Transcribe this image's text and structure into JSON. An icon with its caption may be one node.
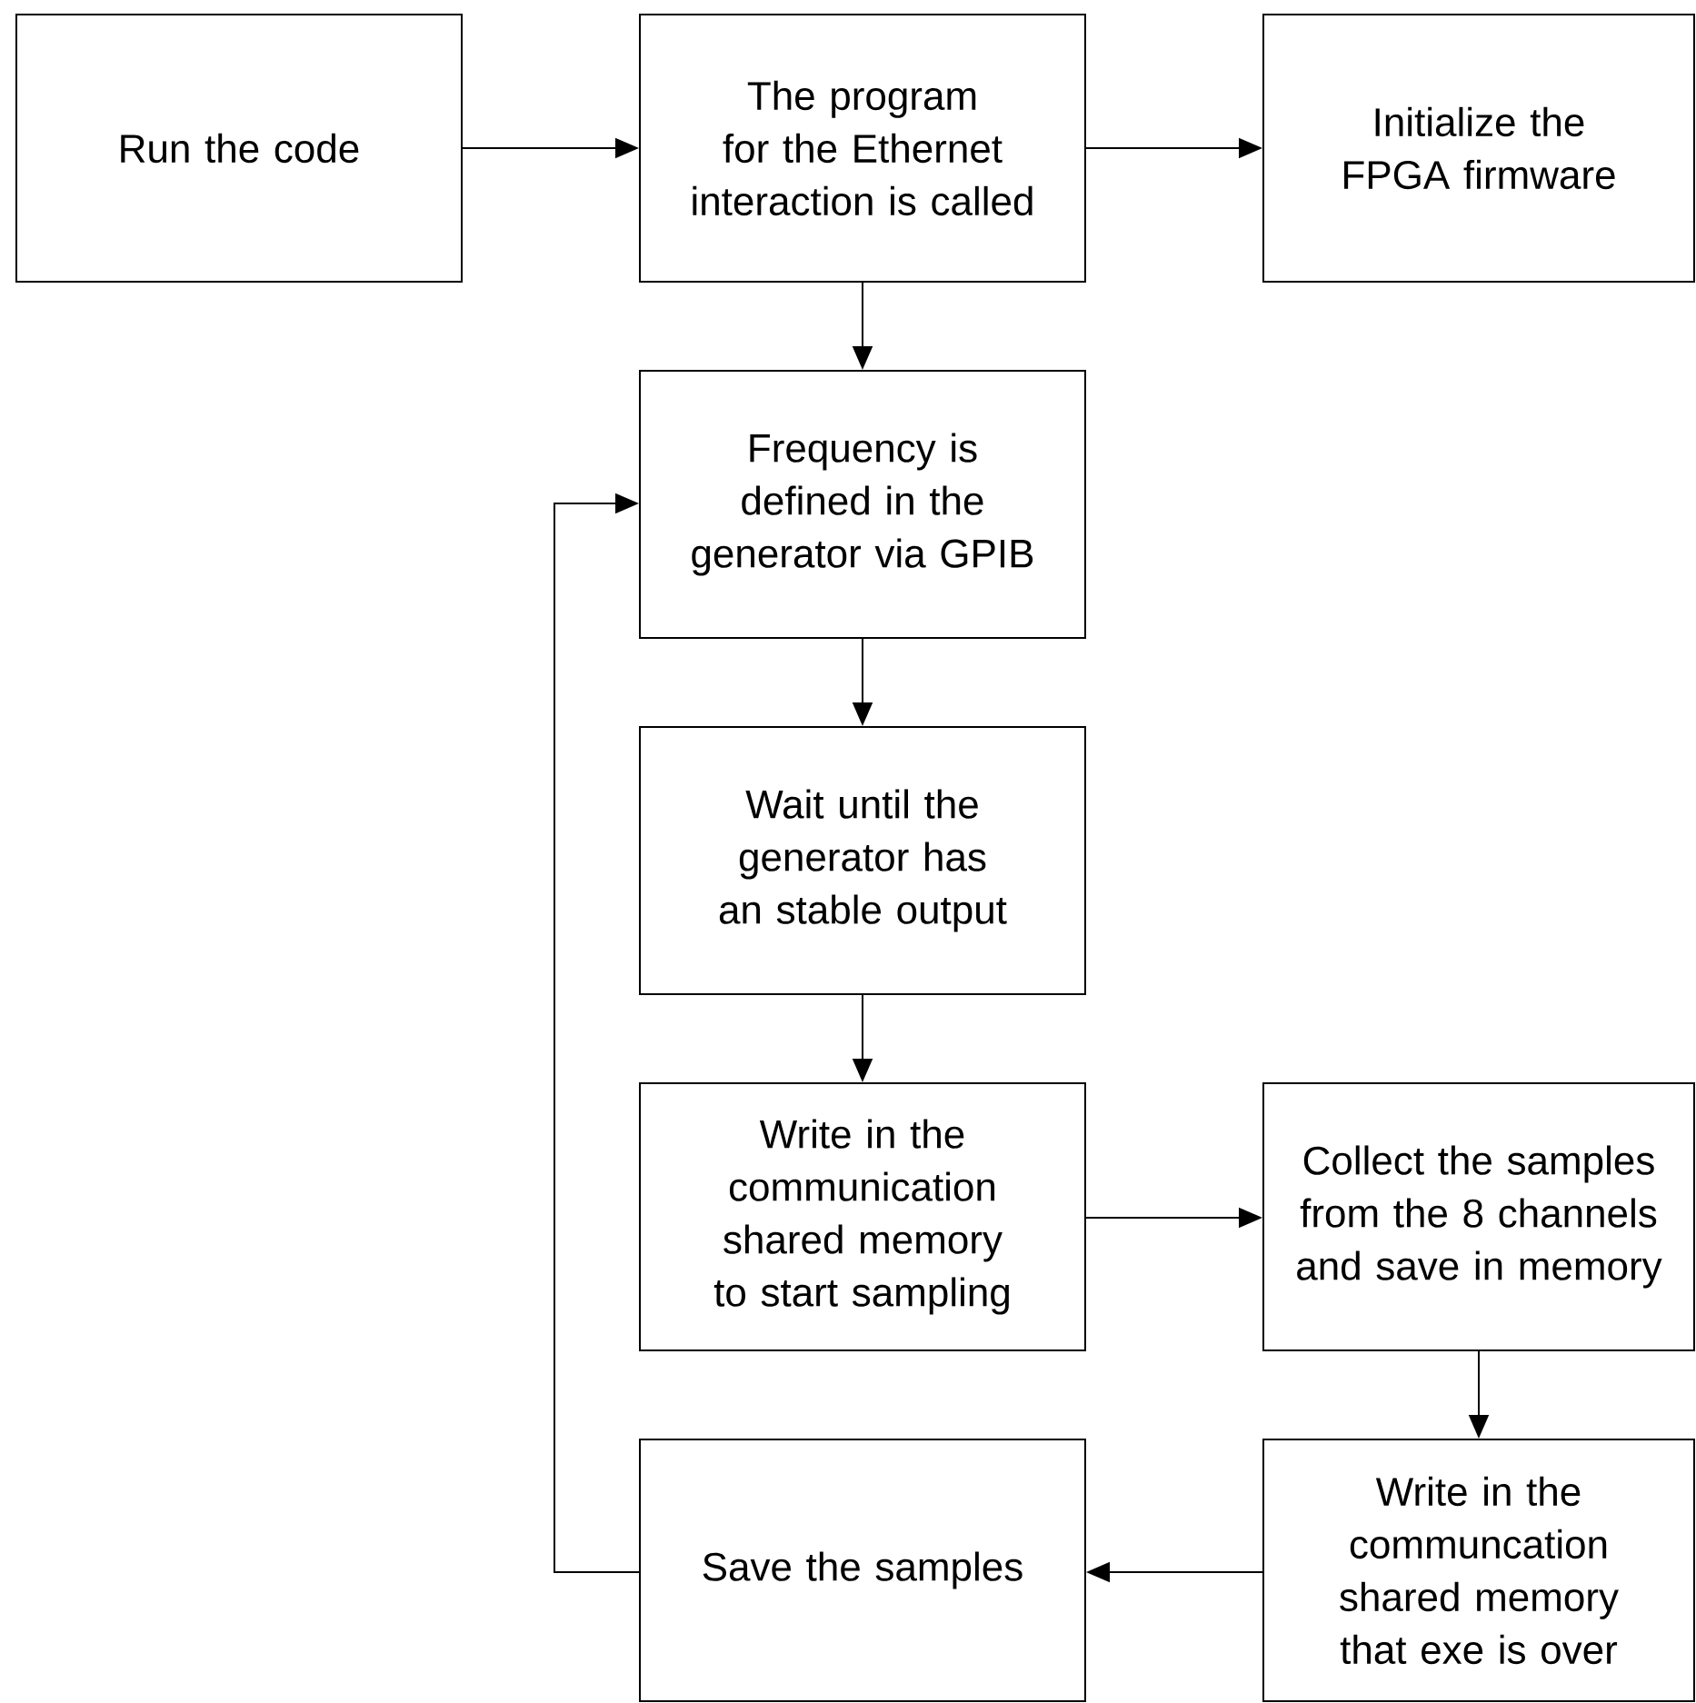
{
  "diagram": {
    "nodes": [
      {
        "text": [
          "Run the code"
        ]
      },
      {
        "text": [
          "The program for the Ethernet interaction is called"
        ]
      },
      {
        "text": [
          "Initialize the FPGA firmware"
        ]
      },
      {
        "text": [
          "Frequency is defined in the generator via GPIB"
        ]
      },
      {
        "text": [
          "Wait until the generator has an stable output"
        ]
      },
      {
        "text": [
          "Write in the communication shared memory to start sampling"
        ]
      },
      {
        "text": [
          "Collect the samples from the 8 channels and save in memory"
        ]
      },
      {
        "text": [
          "Write in the communcation shared memory that exe is over"
        ]
      },
      {
        "text": [
          "Save the samples"
        ]
      }
    ],
    "edges": [
      {
        "from": 0,
        "to": 1,
        "arrow": "to"
      },
      {
        "from": 1,
        "to": 2,
        "arrow": "to"
      },
      {
        "from": 1,
        "to": 3,
        "arrow": "to"
      },
      {
        "from": 3,
        "to": 4,
        "arrow": "to"
      },
      {
        "from": 4,
        "to": 5,
        "arrow": "to"
      },
      {
        "from": 5,
        "to": 6,
        "arrow": "to"
      },
      {
        "from": 6,
        "to": 7,
        "arrow": "to"
      },
      {
        "from": 7,
        "to": 8,
        "arrow": "to"
      },
      {
        "from": 8,
        "to": 3,
        "arrow": "to"
      }
    ]
  }
}
